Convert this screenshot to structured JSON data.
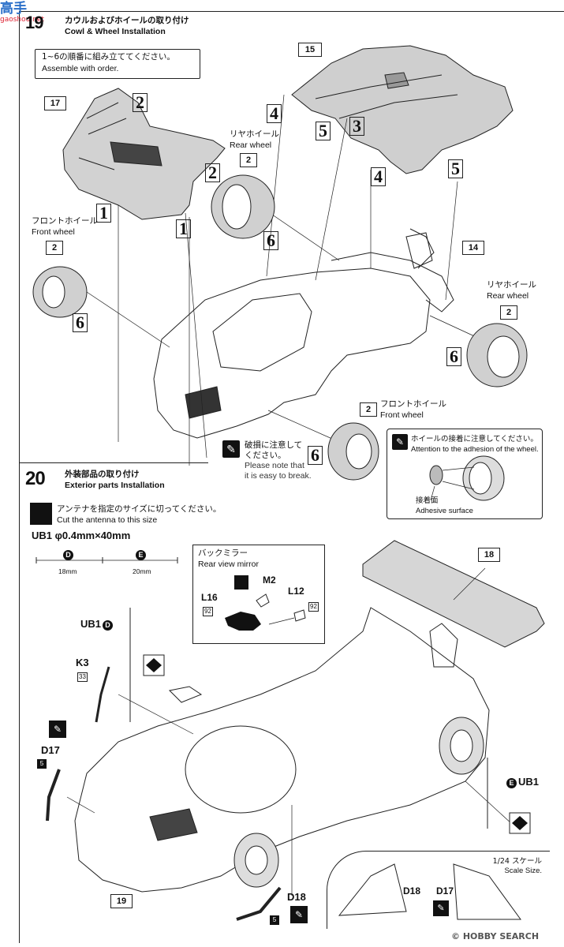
{
  "watermark_top": {
    "cn": "高手",
    "site": "gaoshou.net"
  },
  "step19": {
    "number": "19",
    "title_jp": "カウルおよびホイールの取り付け",
    "title_en": "Cowl & Wheel Installation",
    "order_note_jp": "1~6の順番に組み立ててください。",
    "order_note_en": "Assemble with order."
  },
  "labels": {
    "rear_wheel_jp": "リヤホイール",
    "rear_wheel_en": "Rear wheel",
    "front_wheel_jp": "フロントホイール",
    "front_wheel_en": "Front wheel",
    "break_note_jp": "破損に注意して\nください。",
    "break_note_en": "Please note that\nit is easy to break.",
    "adhesion_jp": "ホイールの接着に注意してください。",
    "adhesion_en": "Attention to the adhesion of the wheel.",
    "adhesive_jp": "接着面",
    "adhesive_en": "Adhesive surface"
  },
  "part_numbers": {
    "p15": "15",
    "p17": "17",
    "p14": "14",
    "p18": "18",
    "p19": "19",
    "p2": "2"
  },
  "steps": {
    "s1": "1",
    "s2": "2",
    "s3": "3",
    "s4": "4",
    "s5": "5",
    "s6": "6"
  },
  "step20": {
    "number": "20",
    "title_jp": "外装部品の取り付け",
    "title_en": "Exterior parts Installation",
    "antenna_jp": "アンテナを指定のサイズに切ってください。",
    "antenna_en": "Cut the antenna to this size",
    "antenna_spec": "UB1 φ0.4mm×40mm",
    "len_d": "18mm",
    "len_e": "20mm",
    "mirror_jp": "バックミラー",
    "mirror_en": "Rear view mirror"
  },
  "codes": {
    "m2": "M2",
    "l16": "L16",
    "l12": "L12",
    "k3": "K3",
    "d17": "D17",
    "d18": "D18",
    "ub1_d": "UB1",
    "ub1_e": "UB1",
    "n92": "92",
    "n33": "33",
    "n5": "5",
    "d": "D",
    "e": "E"
  },
  "scale_note_jp": "1/24 スケール",
  "scale_note_en": "Scale Size.",
  "footer_watermark": "© HOBBY SEARCH"
}
